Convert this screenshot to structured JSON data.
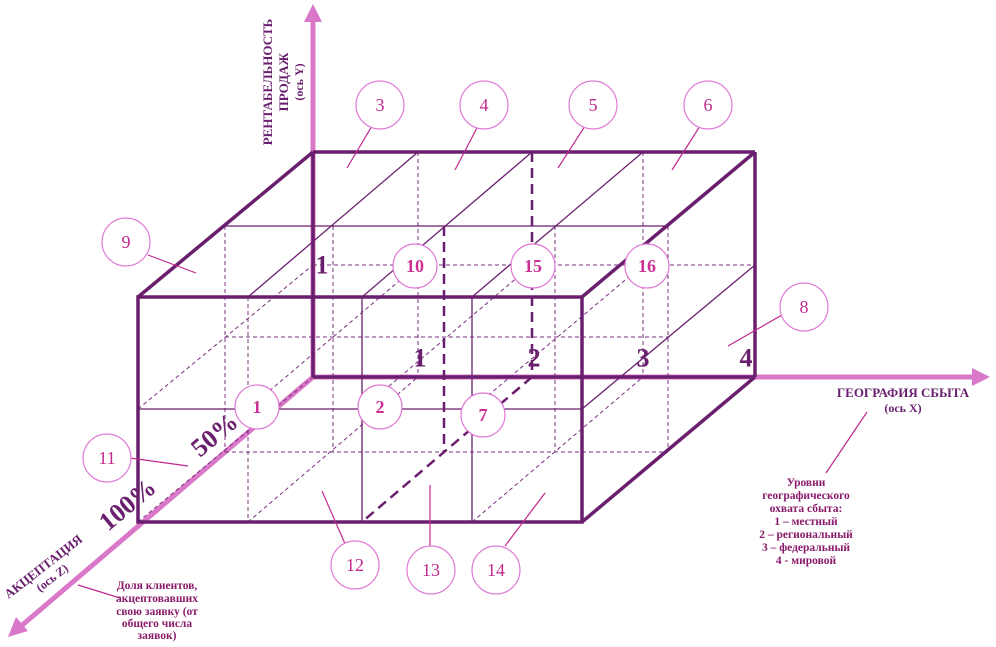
{
  "axes": {
    "y": {
      "title_line1": "РЕНТАБЕЛЬНОСТЬ",
      "title_line2": "ПРОДАЖ",
      "sub": "(ось Y)"
    },
    "x": {
      "title": "ГЕОГРАФИЯ СБЫТА",
      "sub": "(ось X)"
    },
    "z": {
      "title": "АКЦЕПТАЦИЯ",
      "sub": "(ось Z)"
    }
  },
  "x_levels": [
    "1",
    "2",
    "3",
    "4"
  ],
  "y_level": "1",
  "z_levels": {
    "mid": "50%",
    "front": "100%"
  },
  "cells": [
    "1",
    "2",
    "3",
    "4",
    "5",
    "6",
    "7",
    "8",
    "9",
    "10",
    "11",
    "12",
    "13",
    "14",
    "15",
    "16"
  ],
  "legend_x": {
    "title_lines": [
      "Уровни",
      "географического",
      "охвата сбыта:"
    ],
    "items": [
      "1 – местный",
      "2 – региональный",
      "3 – федеральный",
      "4 - мировой"
    ]
  },
  "legend_z": {
    "lines": [
      "Доля клиентов,",
      "акцептовавших",
      "свою заявку (от",
      "общего числа",
      "заявок)"
    ]
  },
  "colors": {
    "frame": "#6a1f6e",
    "axis": "#d977c8",
    "accent": "#c0288e",
    "circle_stroke": "#e07ad6"
  }
}
